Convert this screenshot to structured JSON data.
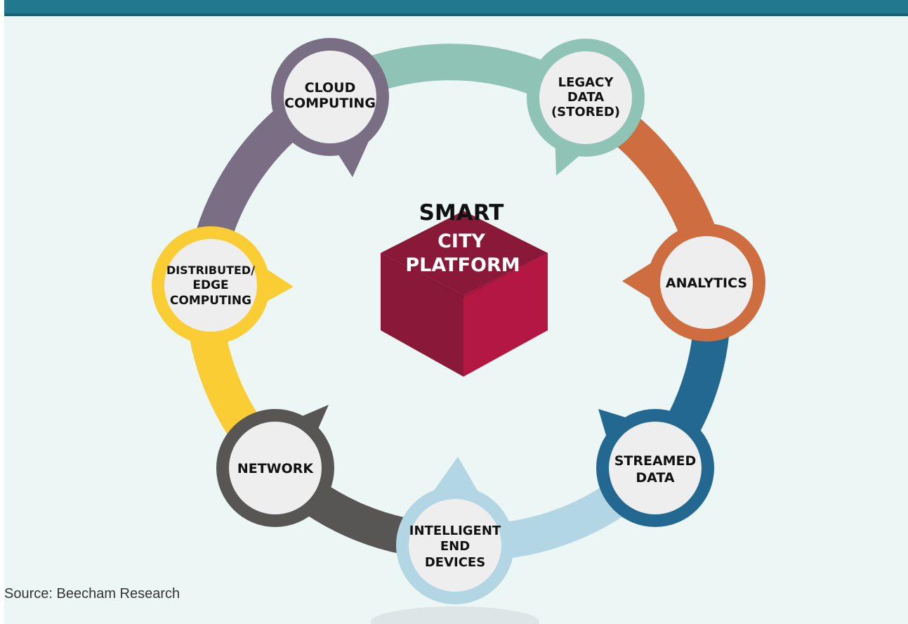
{
  "diagram": {
    "center": {
      "line1": "SMART",
      "line2": "CITY",
      "line3": "PLATFORM"
    },
    "nodes": [
      {
        "id": "cloud",
        "lines": [
          "CLOUD",
          "COMPUTING"
        ],
        "color": "#7a6e84"
      },
      {
        "id": "legacy",
        "lines": [
          "LEGACY",
          "DATA",
          "(STORED)"
        ],
        "color": "#8ec3b5"
      },
      {
        "id": "analytics",
        "lines": [
          "ANALYTICS"
        ],
        "color": "#cd6d40"
      },
      {
        "id": "streamed",
        "lines": [
          "STREAMED",
          "DATA"
        ],
        "color": "#226891"
      },
      {
        "id": "intelligent",
        "lines": [
          "INTELLIGENT",
          "END",
          "DEVICES"
        ],
        "color": "#b3d6e4"
      },
      {
        "id": "network",
        "lines": [
          "NETWORK"
        ],
        "color": "#575654"
      },
      {
        "id": "distributed",
        "lines": [
          "DISTRIBUTED/",
          "EDGE",
          "COMPUTING"
        ],
        "color": "#fbcd35"
      }
    ],
    "colors": {
      "top_bar": "#22798f",
      "background": "#ecf6f5",
      "cube_top": "#8a1838",
      "cube_left": "#8a1838",
      "cube_right": "#b51743",
      "node_fill": "#eeeeee"
    }
  },
  "footer": {
    "source": "Source: Beecham Research"
  }
}
